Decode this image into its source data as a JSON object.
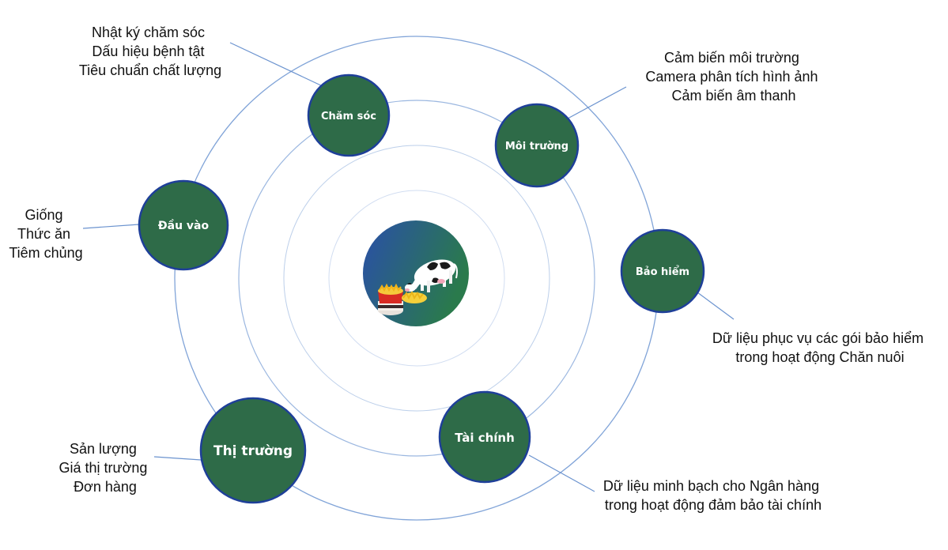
{
  "colors": {
    "node_fill": "#2e6b48",
    "node_border": "#1e3f99",
    "ring": "#7a9fd6",
    "leader": "#6b93cf",
    "center_gradient_start": "#2a4fa8",
    "center_gradient_end": "#2a7a4c"
  },
  "center": {
    "icon": "cow-feeding-icon",
    "description": "Cow eating hay next to feed bucket"
  },
  "nodes": [
    {
      "id": "cham-soc",
      "label": "Chăm sóc",
      "annotation": [
        "Nhật ký chăm sóc",
        "Dấu hiệu bệnh tật",
        "Tiêu chuẩn chất lượng"
      ]
    },
    {
      "id": "moi-truong",
      "label": "Môi trường",
      "annotation": [
        "Cảm biến môi trường",
        "Camera phân tích hình ảnh",
        "Cảm biến âm thanh"
      ]
    },
    {
      "id": "bao-hiem",
      "label": "Bảo hiểm",
      "annotation": [
        "Dữ liệu phục vụ các gói bảo hiểm",
        "trong hoạt động Chăn nuôi"
      ]
    },
    {
      "id": "tai-chinh",
      "label": "Tài chính",
      "annotation": [
        "Dữ liệu minh bạch cho Ngân hàng",
        "trong hoạt động đảm bảo tài chính"
      ]
    },
    {
      "id": "thi-truong",
      "label": "Thị trường",
      "annotation": [
        "Sản lượng",
        "Giá thị trường",
        "Đơn hàng"
      ]
    },
    {
      "id": "dau-vao",
      "label": "Đầu vào",
      "annotation": [
        "Giống",
        "Thức ăn",
        "Tiêm chủng"
      ]
    }
  ]
}
